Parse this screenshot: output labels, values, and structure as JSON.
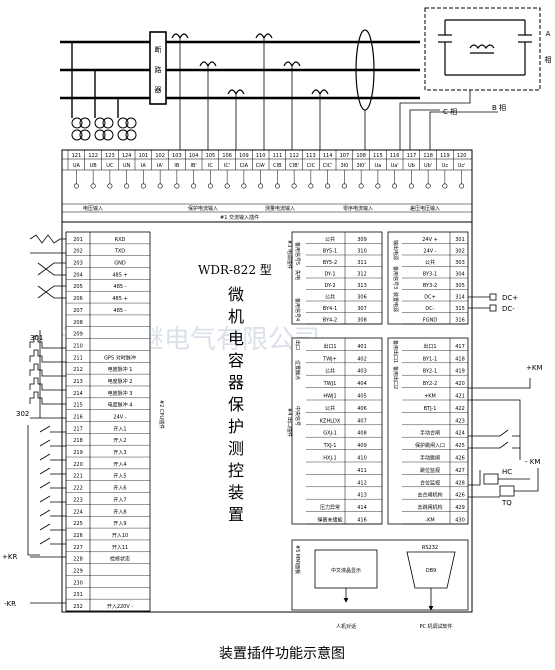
{
  "device": {
    "model": "WDR-822 型",
    "name_chars": [
      "微",
      "机",
      "电",
      "容",
      "器",
      "保",
      "护",
      "测",
      "控",
      "装",
      "置"
    ],
    "caption": "装置插件功能示意图",
    "watermark": "许昌华继电气有限公司"
  },
  "primary": {
    "breaker_chars": [
      "断",
      "路",
      "器"
    ],
    "phase_a": "A",
    "phase_a_suffix": "相",
    "phase_b": "B 相",
    "phase_c": "C 相"
  },
  "top_terminals": {
    "ids": [
      "121",
      "122",
      "123",
      "124",
      "101",
      "102",
      "103",
      "104",
      "105",
      "106",
      "109",
      "110",
      "111",
      "112",
      "113",
      "114",
      "107",
      "108",
      "115",
      "116",
      "117",
      "118",
      "119",
      "120"
    ],
    "labels": [
      "UA",
      "UB",
      "UC",
      "UN",
      "IA",
      "IA'",
      "IB",
      "IB'",
      "IC",
      "IC'",
      "CIA",
      "CIA'",
      "CIB",
      "CIB'",
      "CIC",
      "CIC'",
      "3I0",
      "3I0'",
      "Ua",
      "Ua'",
      "Ub",
      "Ub'",
      "Uc",
      "Uc'"
    ],
    "groups": [
      "电压输入",
      "保护电流输入",
      "测量电流输入",
      "零序电流输入",
      "差压电压输入"
    ],
    "module": "#1  交流输入插件"
  },
  "cpu_terminals": {
    "rows": [
      {
        "num": "201",
        "name": "RXD"
      },
      {
        "num": "202",
        "name": "TXD"
      },
      {
        "num": "203",
        "name": "GND"
      },
      {
        "num": "204",
        "name": "485 +"
      },
      {
        "num": "205",
        "name": "485 -"
      },
      {
        "num": "206",
        "name": "485 +"
      },
      {
        "num": "207",
        "name": "485 -"
      },
      {
        "num": "208",
        "name": ""
      },
      {
        "num": "209",
        "name": ""
      },
      {
        "num": "210",
        "name": ""
      },
      {
        "num": "211",
        "name": "GPS 对时脉冲"
      },
      {
        "num": "212",
        "name": "电度脉冲 1"
      },
      {
        "num": "213",
        "name": "电度脉冲 2"
      },
      {
        "num": "214",
        "name": "电度脉冲 3"
      },
      {
        "num": "215",
        "name": "电度脉冲 4"
      },
      {
        "num": "216",
        "name": "24V  -"
      },
      {
        "num": "217",
        "name": "开入1"
      },
      {
        "num": "218",
        "name": "开入2"
      },
      {
        "num": "219",
        "name": "开入3"
      },
      {
        "num": "220",
        "name": "开入4"
      },
      {
        "num": "221",
        "name": "开入5"
      },
      {
        "num": "222",
        "name": "开入6"
      },
      {
        "num": "223",
        "name": "开入7"
      },
      {
        "num": "224",
        "name": "开入8"
      },
      {
        "num": "225",
        "name": "开入9"
      },
      {
        "num": "226",
        "name": "开入10"
      },
      {
        "num": "227",
        "name": "开入11"
      },
      {
        "num": "228",
        "name": "检修状态"
      },
      {
        "num": "229",
        "name": ""
      },
      {
        "num": "230",
        "name": ""
      },
      {
        "num": "231",
        "name": ""
      },
      {
        "num": "232",
        "name": "开入220V  -"
      }
    ],
    "module": "#2 CPU插件",
    "marker_301": "301",
    "marker_302": "302",
    "kr_plus": "+KR",
    "kr_minus": "-KR"
  },
  "relay3": {
    "rows": [
      {
        "name": "公共",
        "num": "309"
      },
      {
        "name": "BY5-1",
        "num": "310"
      },
      {
        "name": "BY5-2",
        "num": "311"
      },
      {
        "name": "DY-1",
        "num": "312"
      },
      {
        "name": "DY-2",
        "num": "313"
      },
      {
        "name": "公共",
        "num": "306"
      },
      {
        "name": "BY4-1",
        "num": "307"
      },
      {
        "name": "BY4-2",
        "num": "308"
      }
    ],
    "side_labels": [
      "备用信号5",
      "失电",
      "备用信号4"
    ],
    "module": "#3 电源插件"
  },
  "power": {
    "rows": [
      {
        "name": "24V +",
        "num": "301"
      },
      {
        "name": "24V -",
        "num": "302"
      },
      {
        "name": "公共",
        "num": "303"
      },
      {
        "name": "BY3-1",
        "num": "304"
      },
      {
        "name": "BY3-2",
        "num": "305"
      },
      {
        "name": "DC+",
        "num": "314"
      },
      {
        "name": "DC-",
        "num": "315"
      },
      {
        "name": "FGND",
        "num": "316"
      }
    ],
    "side_labels": [
      "输出电源",
      "备用信号3",
      "装置电源"
    ],
    "dc_plus": "DC+",
    "dc_minus": "DC-"
  },
  "io4": {
    "rows": [
      {
        "name": "出口1",
        "num": "401"
      },
      {
        "name": "TWJ+",
        "num": "402"
      },
      {
        "name": "公共",
        "num": "403"
      },
      {
        "name": "TWJ1",
        "num": "404"
      },
      {
        "name": "HWJ1",
        "num": "405"
      },
      {
        "name": "公共",
        "num": "406"
      },
      {
        "name": "KZHLDX",
        "num": "407"
      },
      {
        "name": "GXJ-1",
        "num": "408"
      },
      {
        "name": "TXJ-1",
        "num": "409"
      },
      {
        "name": "HXJ-1",
        "num": "410"
      },
      {
        "name": "",
        "num": "411"
      },
      {
        "name": "",
        "num": "412"
      },
      {
        "name": "",
        "num": "413"
      },
      {
        "name": "压力异常",
        "num": "414"
      },
      {
        "name": "弹簧未储能",
        "num": "416"
      }
    ],
    "side_labels": [
      "出口",
      "位置触点",
      "中央信号"
    ],
    "module": "#4 出口插件",
    "right_rows": [
      {
        "name": "出口1",
        "num": "417"
      },
      {
        "name": "BY1-1",
        "num": "418"
      },
      {
        "name": "BY2-1",
        "num": "419"
      },
      {
        "name": "BY2-2",
        "num": "420"
      },
      {
        "name": "+KM",
        "num": "421"
      },
      {
        "name": "BTJ-1",
        "num": "422"
      },
      {
        "name": "",
        "num": "423"
      },
      {
        "name": "手动合闸",
        "num": "424"
      },
      {
        "name": "保护跳闸入口",
        "num": "425"
      },
      {
        "name": "手动跳闸",
        "num": "426"
      },
      {
        "name": "跳位监视",
        "num": "427"
      },
      {
        "name": "合位监视",
        "num": "428"
      },
      {
        "name": "去合闸机构",
        "num": "426"
      },
      {
        "name": "去跳闸机构",
        "num": "429"
      },
      {
        "name": "-KM",
        "num": "430"
      }
    ],
    "right_side_labels": [
      "备用出口1",
      "备用出口2"
    ],
    "km_plus": "+KM",
    "km_minus": "- KM",
    "hc": "HC",
    "tq": "TQ"
  },
  "mmi": {
    "module": "#5 MMI面板",
    "lcd": "中文液晶显示",
    "port": "RS232",
    "db9": "DB9",
    "human_label": "人机对话",
    "pc_label": "PC 机调试软件"
  }
}
